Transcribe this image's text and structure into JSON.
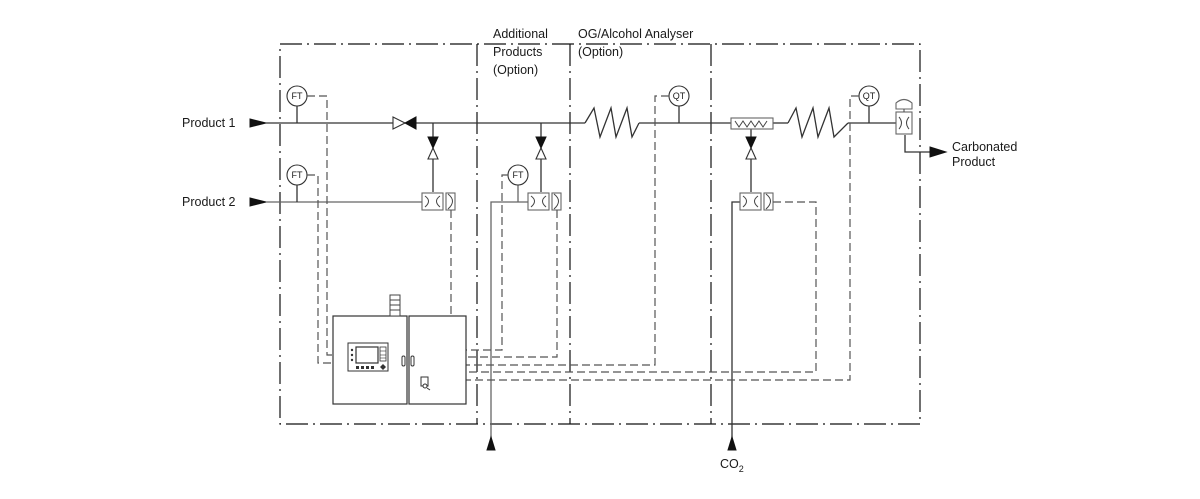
{
  "diagram": {
    "type": "piping-and-instrumentation",
    "labels": {
      "product1": "Product 1",
      "product2": "Product 2",
      "additional_products_line1": "Additional",
      "additional_products_line2": "Products",
      "additional_products_line3": "(Option)",
      "og_analyser_line1": "OG/Alcohol Analyser",
      "og_analyser_line2": "(Option)",
      "carbonated_line1": "Carbonated",
      "carbonated_line2": "Product",
      "co2_main": "CO",
      "co2_sub": "2"
    },
    "instruments": {
      "ft1": "FT",
      "ft2": "FT",
      "ft3": "FT",
      "qt1": "QT",
      "qt2": "QT"
    },
    "colors": {
      "line": "#333333",
      "boundary": "#111111",
      "signal": "#555555",
      "background": "#ffffff"
    }
  }
}
